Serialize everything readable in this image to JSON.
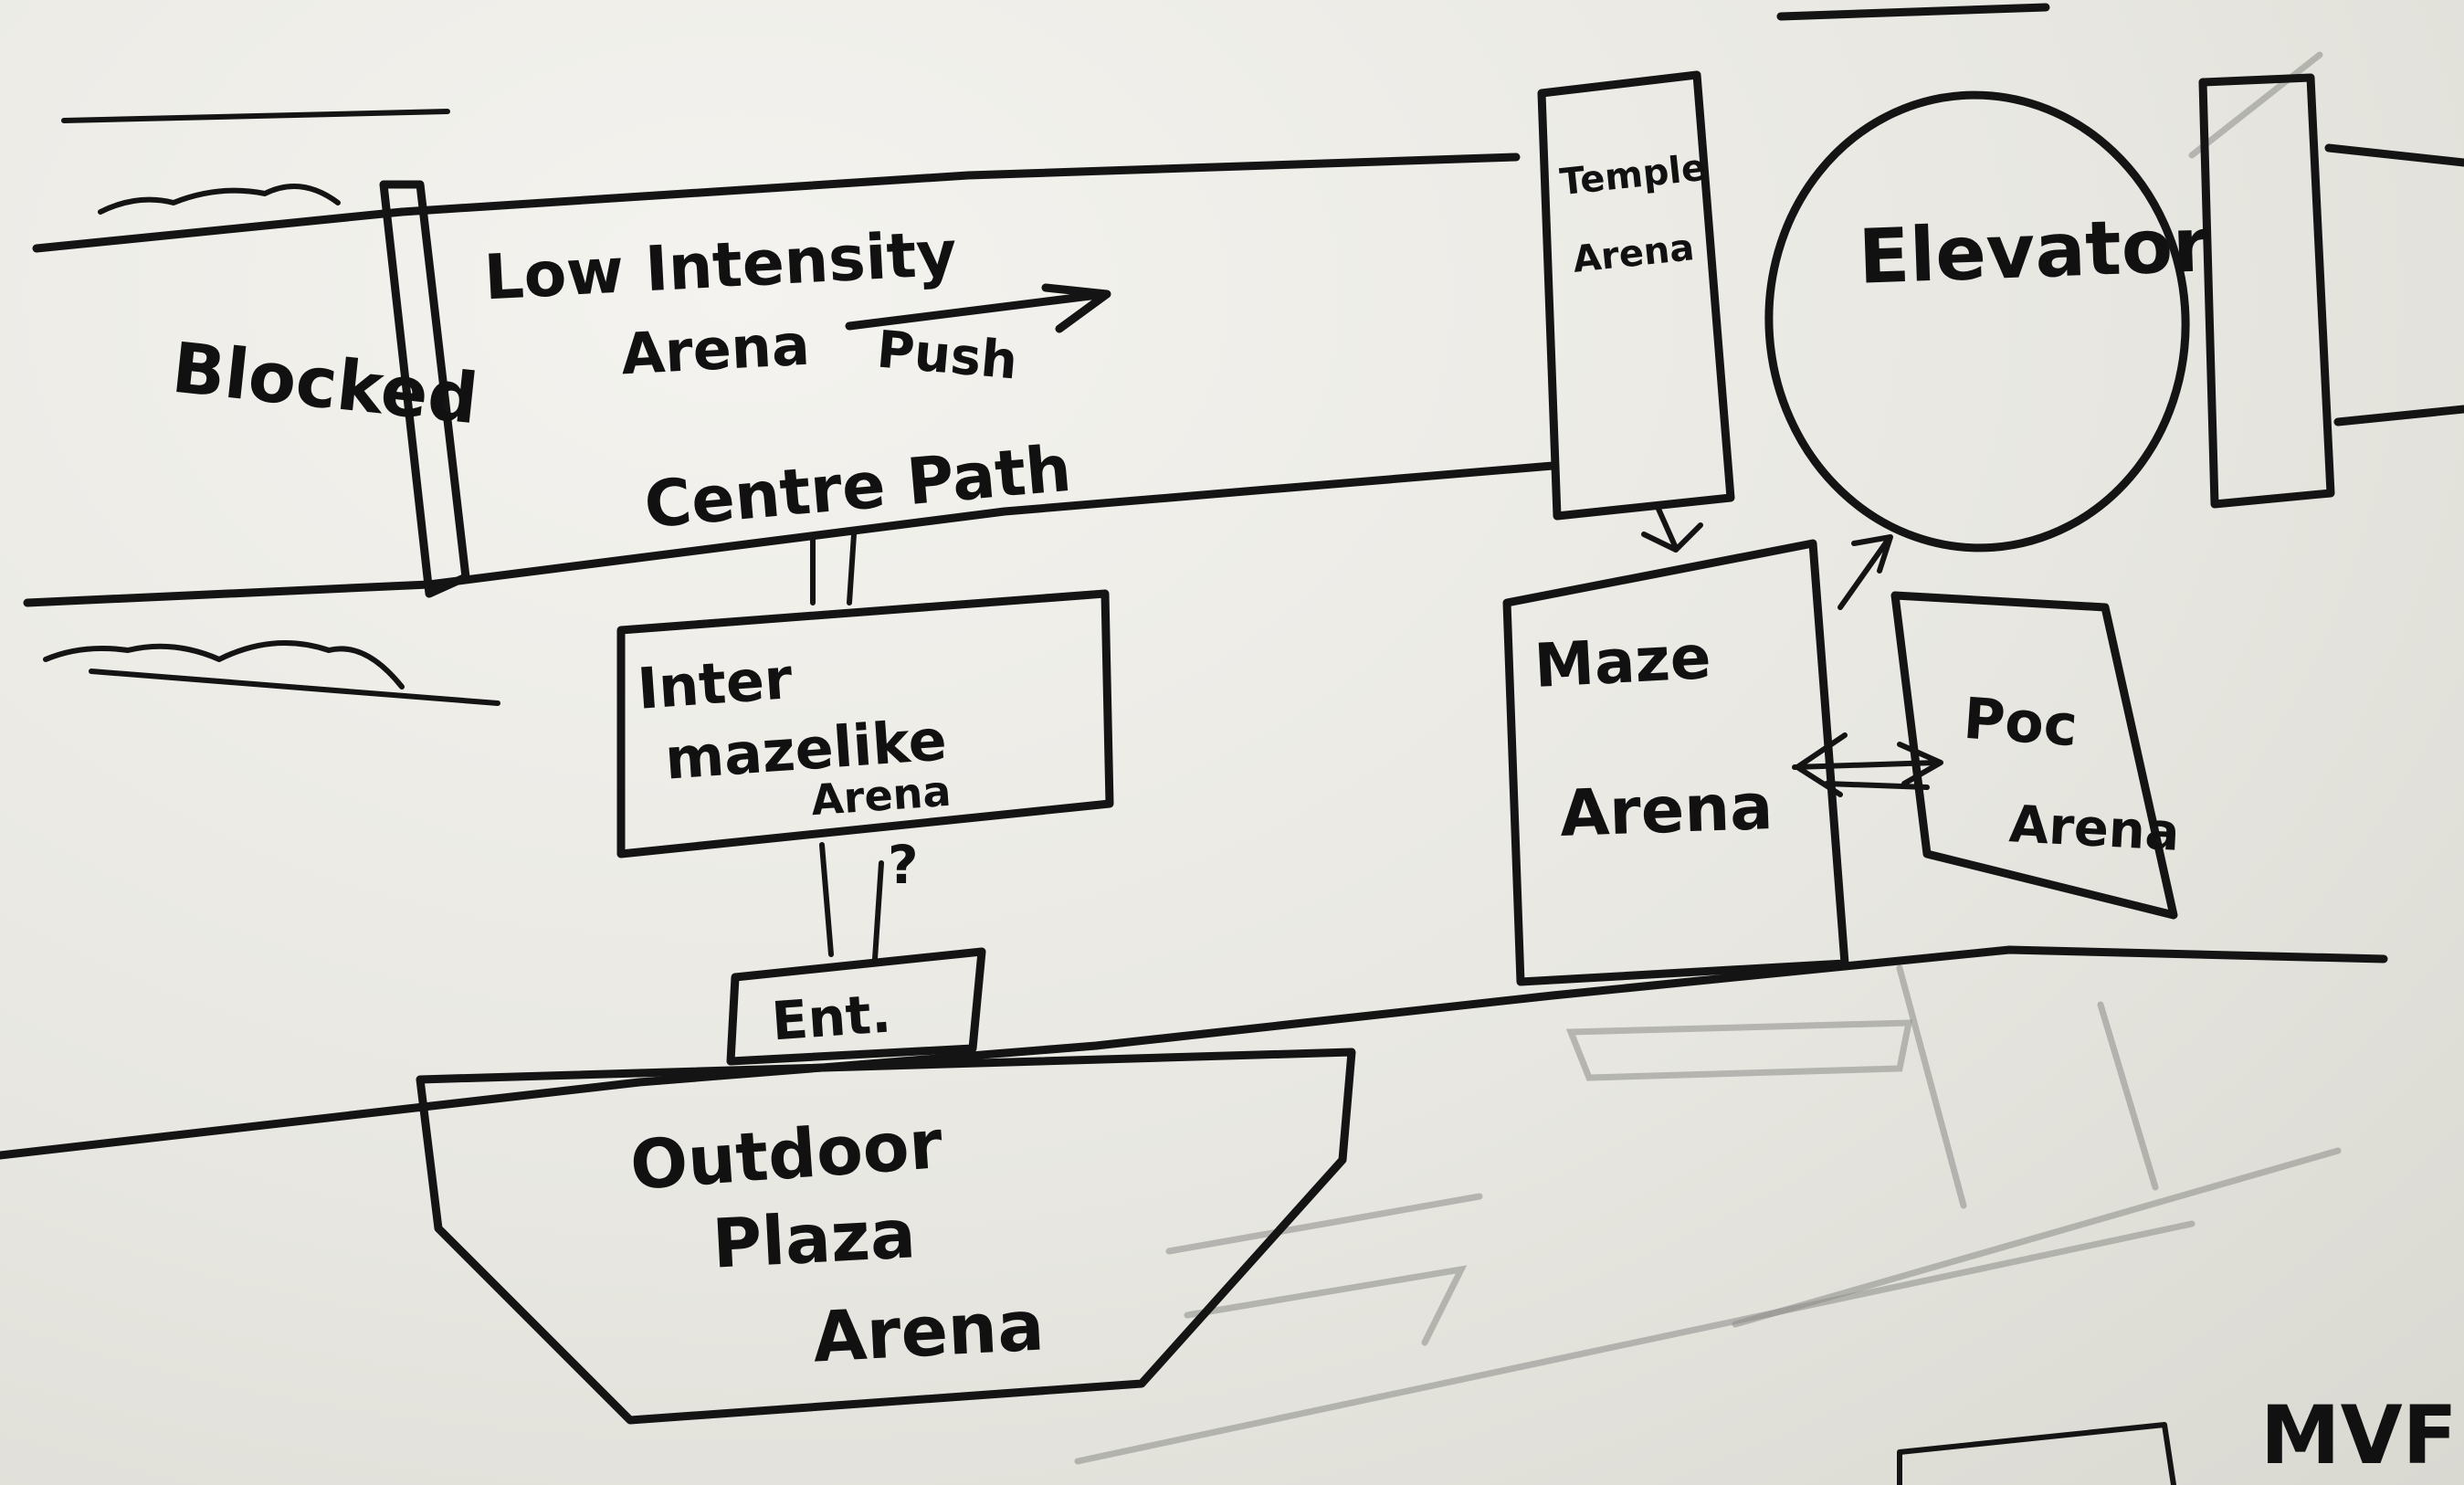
{
  "labels": {
    "blocked": "Blocked",
    "low_intensity": "Low Intensity",
    "arena_push_arena": "Arena",
    "push": "Push",
    "centre_path": "Centre Path",
    "temple_line1": "Temple",
    "temple_line2": "Arena",
    "elevator": "Elevator",
    "maze_line1": "Maze",
    "maze_line2": "Arena",
    "poc_line1": "Poc",
    "poc_line2": "Arena",
    "inter_line1": "Inter",
    "inter_line2": "mazelike",
    "inter_line3": "Arena",
    "question": "?",
    "ent": "Ent.",
    "outdoor_line1": "Outdoor",
    "outdoor_line2": "Plaza",
    "outdoor_line3": "Arena",
    "corner": "MVF"
  },
  "colors": {
    "ink": "#141414",
    "board": "#e9e8e2",
    "ghost": "#8d8d88"
  }
}
